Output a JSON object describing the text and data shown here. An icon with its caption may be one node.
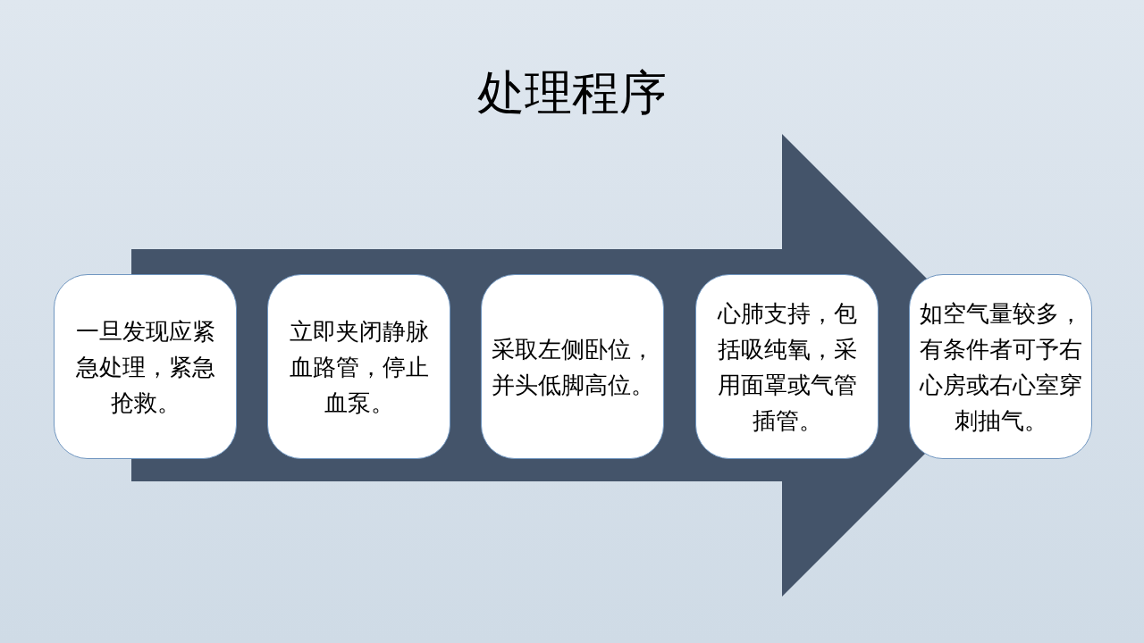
{
  "diagram": {
    "title": "处理程序",
    "nodes": [
      {
        "text": [],
        "shape": "arrow"
      },
      {
        "text": [
          "一旦发现应紧急处理，紧急抢救。"
        ]
      },
      {
        "text": [
          "立即夹闭静脉血路管，停止血泵。"
        ],
        "in": 0
      },
      {
        "text": [
          "采取左侧卧位，并头低脚高位。"
        ],
        "in": 0
      },
      {
        "text": [
          "心肺支持，包括吸纯氧，采用面罩或气管插管。"
        ],
        "in": 0
      },
      {
        "text": [
          "如空气量较多，有条件者可予右心房或右心室穿刺抽气。"
        ]
      }
    ]
  }
}
